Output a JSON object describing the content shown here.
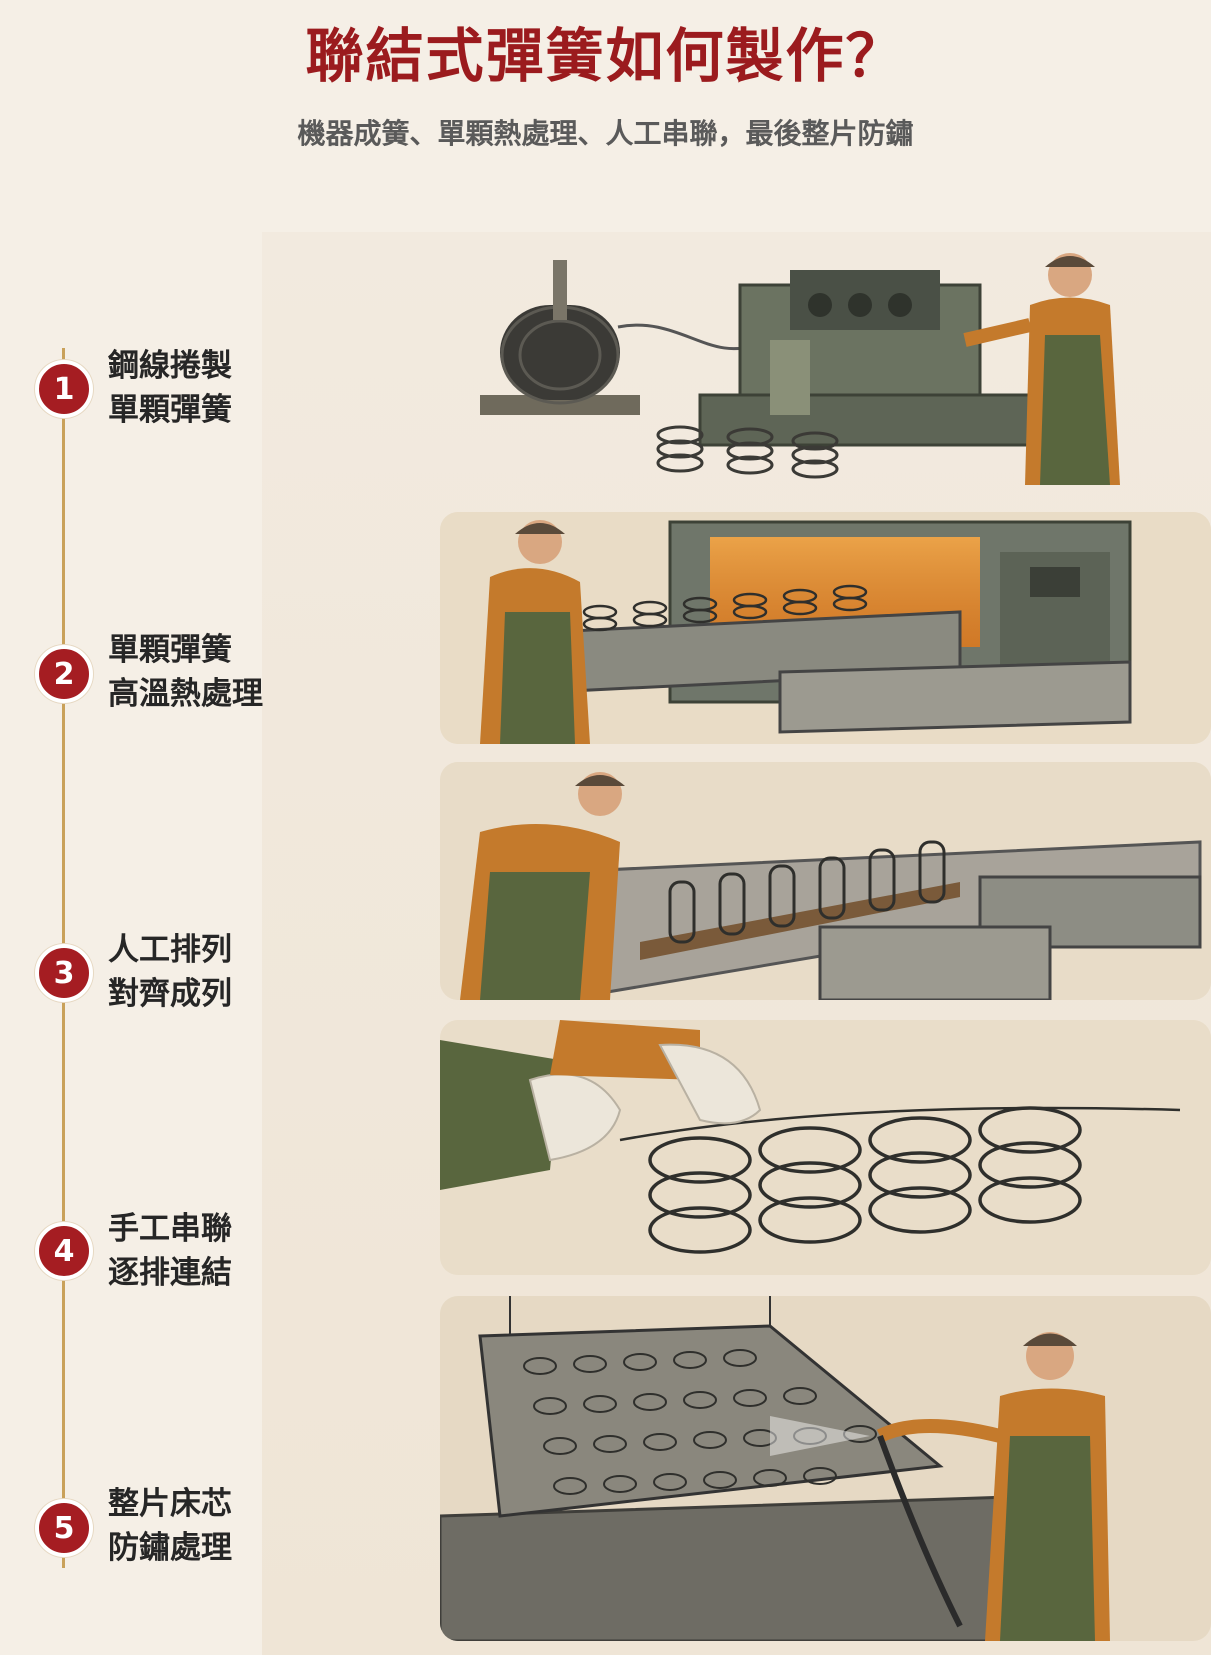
{
  "header": {
    "title": "聯結式彈簧如何製作？",
    "subtitle": "機器成簧、單顆熱處理、人工串聯，最後整片防鏽"
  },
  "steps": [
    {
      "number": "1",
      "line1": "鋼線捲製",
      "line2": "單顆彈簧"
    },
    {
      "number": "2",
      "line1": "單顆彈簧",
      "line2": "高溫熱處理"
    },
    {
      "number": "3",
      "line1": "人工排列",
      "line2": "對齊成列"
    },
    {
      "number": "4",
      "line1": "手工串聯",
      "line2": "逐排連結"
    },
    {
      "number": "5",
      "line1": "整片床芯",
      "line2": "防鏽處理"
    }
  ],
  "colors": {
    "accent": "#a51d22",
    "title": "#9b1b1e",
    "timeline": "#c9a15a",
    "background": "#f5efe6"
  }
}
